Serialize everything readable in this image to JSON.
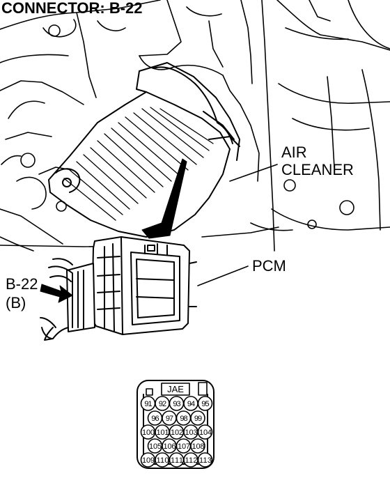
{
  "title": "CONNECTOR: B-22",
  "labels": {
    "air_cleaner_line1": "AIR",
    "air_cleaner_line2": "CLEANER",
    "pcm": "PCM",
    "connector_id": "B-22",
    "connector_color": "(B)"
  },
  "connector_face": {
    "housing_label": "JAE",
    "rows": [
      [
        "91",
        "92",
        "93",
        "94",
        "95"
      ],
      [
        "96",
        "97",
        "98",
        "99"
      ],
      [
        "100",
        "101",
        "102",
        "103",
        "104"
      ],
      [
        "105",
        "106",
        "107",
        "108"
      ],
      [
        "109",
        "110",
        "111",
        "112",
        "113"
      ]
    ]
  },
  "colors": {
    "line": "#000000",
    "background": "#ffffff"
  }
}
